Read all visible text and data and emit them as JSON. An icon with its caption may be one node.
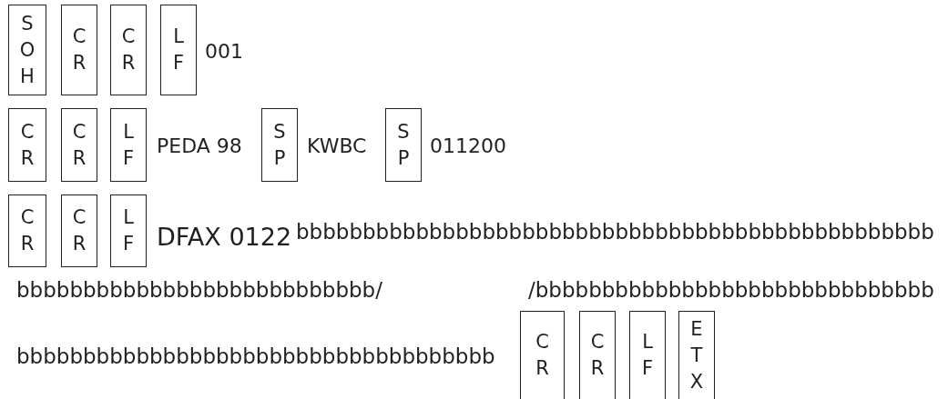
{
  "diagram": {
    "nodes": [
      {
        "text": [
          "S O H"
        ]
      },
      {
        "text": [
          "C R"
        ]
      },
      {
        "text": [
          "C R"
        ]
      },
      {
        "text": [
          "L F"
        ]
      },
      {
        "text": [
          "C R"
        ]
      },
      {
        "text": [
          "C R"
        ]
      },
      {
        "text": [
          "L F"
        ]
      },
      {
        "text": [
          "S P"
        ]
      },
      {
        "text": [
          "S P"
        ]
      },
      {
        "text": [
          "C R"
        ]
      },
      {
        "text": [
          "C R"
        ]
      },
      {
        "text": [
          "L F"
        ]
      },
      {
        "text": [
          "C R"
        ]
      },
      {
        "text": [
          "C R"
        ]
      },
      {
        "text": [
          "L F"
        ]
      },
      {
        "text": [
          "E T X"
        ]
      }
    ],
    "labels": [
      "001",
      "PEDA 98",
      "KWBC",
      "011200",
      "DFAX 0122",
      "bbbbbbbbbbbbbbbbbbbbbbbbbbbbbbbbbbbbbbbbbbbbbbbb",
      "bbbbbbbbbbbbbbbbbbbbbbbbbbb/",
      "/bbbbbbbbbbbbbbbbbbbbbbbbbbbbbb",
      "bbbbbbbbbbbbbbbbbbbbbbbbbbbbbbbbbbbb"
    ]
  }
}
